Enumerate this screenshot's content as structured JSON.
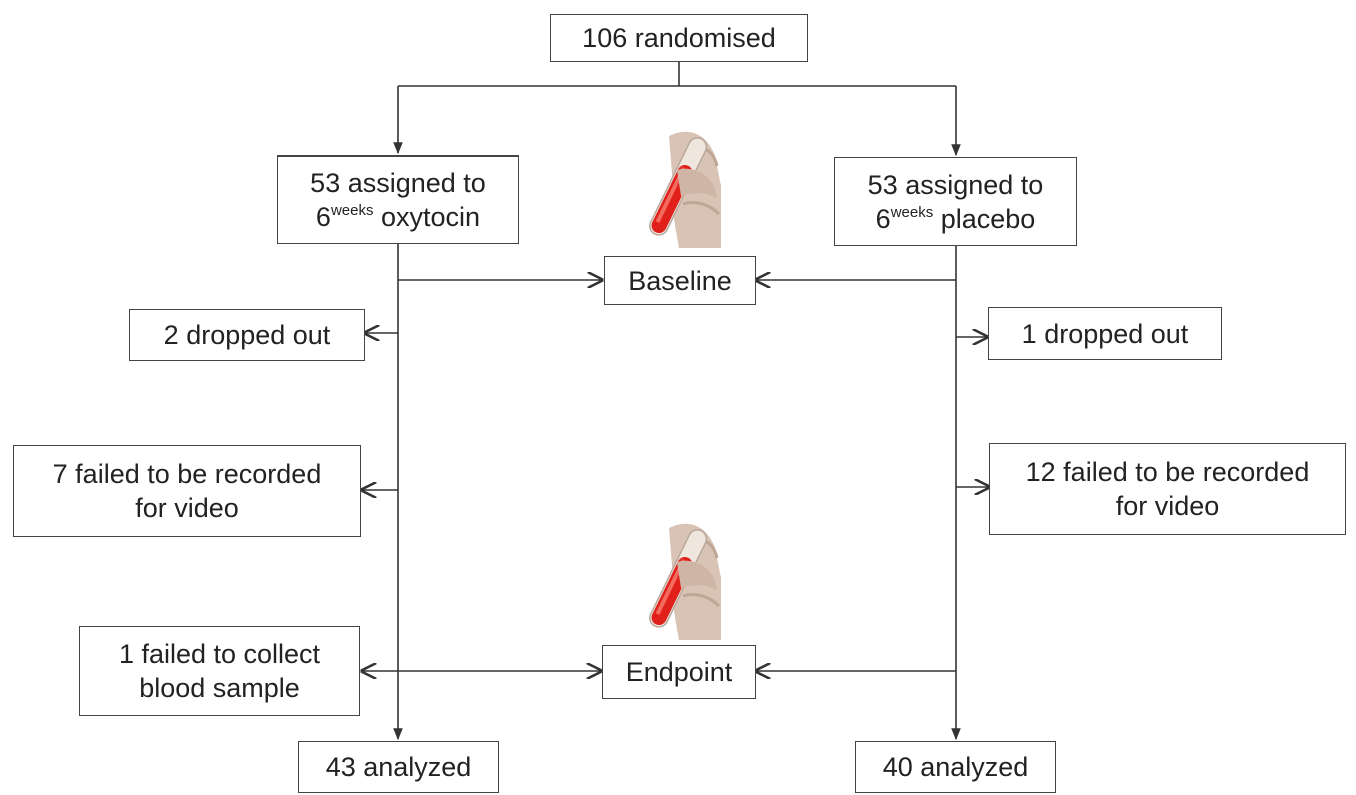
{
  "diagram": {
    "randomised": "106 randomised",
    "oxytocin_arm": {
      "line1": "53 assigned to",
      "line2_number": "6",
      "line2_sup": "weeks",
      "line2_rest": " oxytocin"
    },
    "placebo_arm": {
      "line1": "53 assigned to",
      "line2_number": "6",
      "line2_sup": "weeks",
      "line2_rest": " placebo"
    },
    "baseline": "Baseline",
    "endpoint": "Endpoint",
    "oxytocin_dropout": "2 dropped out",
    "placebo_dropout": "1 dropped out",
    "oxytocin_video_fail": {
      "line1": "7 failed to be recorded",
      "line2": "for video"
    },
    "placebo_video_fail": {
      "line1": "12 failed to be recorded",
      "line2": "for video"
    },
    "oxytocin_blood_fail": {
      "line1": "1 failed to collect",
      "line2": "blood sample"
    },
    "oxytocin_analyzed": "43 analyzed",
    "placebo_analyzed": "40 analyzed"
  },
  "colors": {
    "line": "#333333",
    "border": "#444444",
    "tube_red": "#e0201b",
    "skin": "#d9c3b4"
  },
  "icons": {
    "blood_tube": "blood-sample-tube-icon"
  }
}
